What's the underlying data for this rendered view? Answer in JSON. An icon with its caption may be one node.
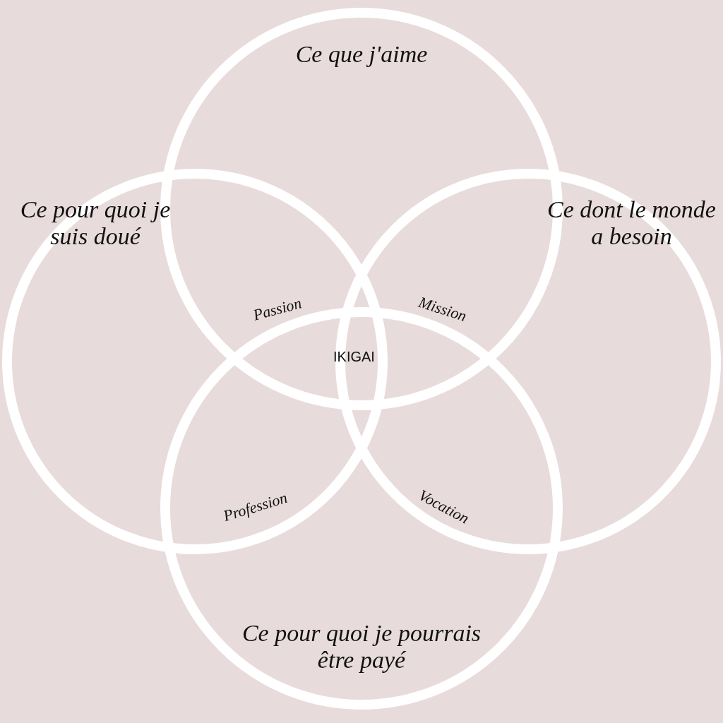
{
  "diagram": {
    "nodes": [
      {
        "text": [
          "Ce que j'aime"
        ]
      },
      {
        "text": [
          "Ce pour quoi je suis doué"
        ]
      },
      {
        "text": [
          "Ce dont le monde a besoin"
        ]
      },
      {
        "text": [
          "Ce pour quoi je pourrais être payé"
        ]
      }
    ],
    "labels": [
      "Passion",
      "Mission",
      "IKIGAI",
      "Profession",
      "Vocation"
    ]
  }
}
